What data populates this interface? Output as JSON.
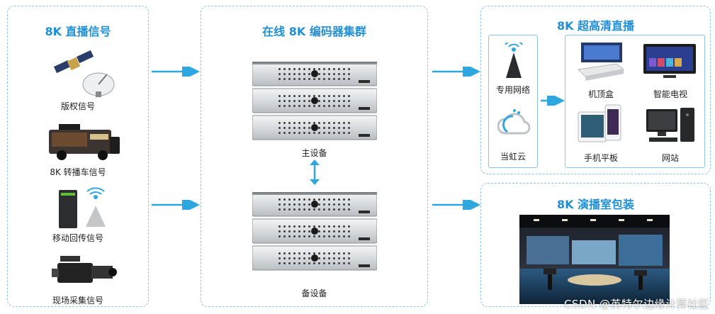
{
  "colors": {
    "accent": "#1f8fd6",
    "dashed_border": "#8cc3e6",
    "arrow": "#2ea7e0"
  },
  "left_panel": {
    "title": "8K 直播信号",
    "items": [
      {
        "label": "版权信号",
        "icon": "satellite-icon"
      },
      {
        "label": "8K 转播车信号",
        "icon": "ob-van-icon"
      },
      {
        "label": "移动回传信号",
        "icon": "mobile-backpack-icon"
      },
      {
        "label": "现场采集信号",
        "icon": "camera-icon"
      }
    ]
  },
  "center_panel": {
    "title": "在线 8K 编码器集群",
    "primary_label": "主设备",
    "backup_label": "备设备"
  },
  "right_top_panel": {
    "title": "8K 超高清直播",
    "network_label": "专用网络",
    "cloud_label": "当虹云",
    "devices": [
      {
        "label": "机顶盒",
        "icon": "set-top-box-icon"
      },
      {
        "label": "智能电视",
        "icon": "smart-tv-icon"
      },
      {
        "label": "手机平板",
        "icon": "phone-tablet-icon"
      },
      {
        "label": "网站",
        "icon": "desktop-pc-icon"
      }
    ]
  },
  "right_bottom_panel": {
    "title": "8K 演播室包装",
    "image": "studio-photo"
  },
  "watermark": "CSDN @英特尔边缘计算社区"
}
